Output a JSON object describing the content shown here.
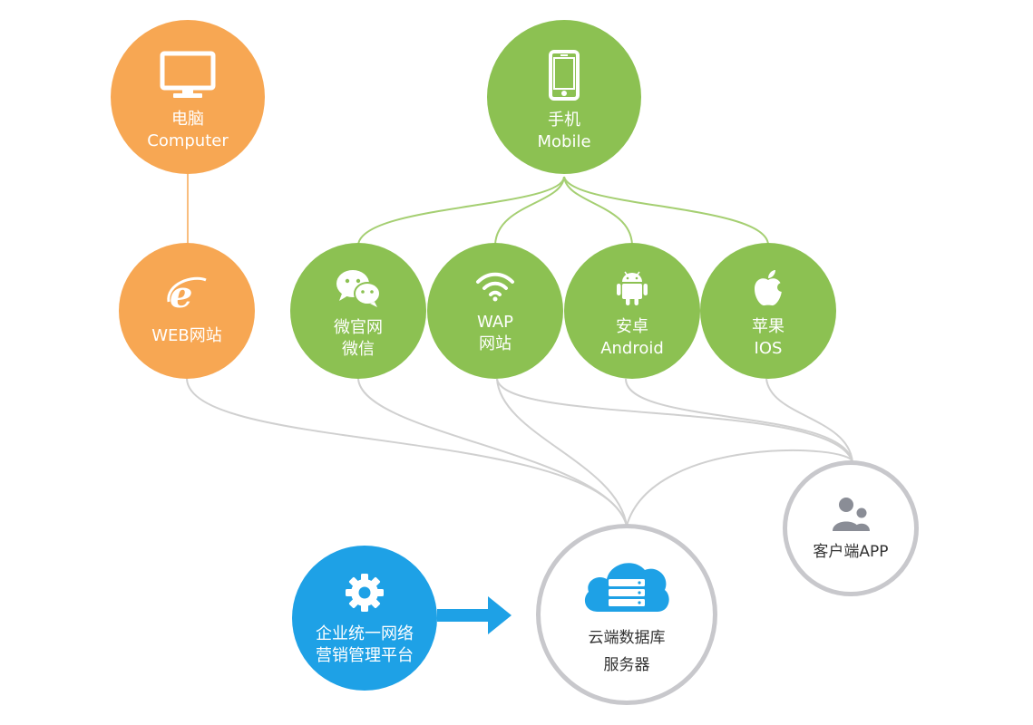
{
  "nodes": {
    "computer": {
      "line1": "电脑",
      "line2": "Computer"
    },
    "mobile": {
      "line1": "手机",
      "line2": "Mobile"
    },
    "web": {
      "line1": "WEB网站"
    },
    "wechat": {
      "line1": "微官网",
      "line2": "微信"
    },
    "wap": {
      "line1": "WAP",
      "line2": "网站"
    },
    "android": {
      "line1": "安卓",
      "line2": "Android"
    },
    "ios": {
      "line1": "苹果",
      "line2": "IOS"
    },
    "client_app": {
      "line1": "客户端APP"
    },
    "marketing": {
      "line1": "企业统一网络",
      "line2": "营销管理平台"
    },
    "server": {
      "line1": "云端数据库",
      "line2": "服务器"
    }
  },
  "icons": {
    "computer": "monitor-icon",
    "mobile": "smartphone-icon",
    "web": "internet-explorer-icon",
    "wechat": "wechat-icon",
    "wap": "wifi-icon",
    "android": "android-icon",
    "ios": "apple-icon",
    "client_app": "users-icon",
    "marketing": "gear-icon",
    "server": "cloud-server-icon"
  },
  "colors": {
    "orange": "#f7a753",
    "green": "#8cc152",
    "blue": "#1ea1e6",
    "gray_outline": "#c8c8cc",
    "gray_line": "#cfcfcf",
    "green_line": "#a5cf72",
    "orange_line": "#f7a753"
  }
}
